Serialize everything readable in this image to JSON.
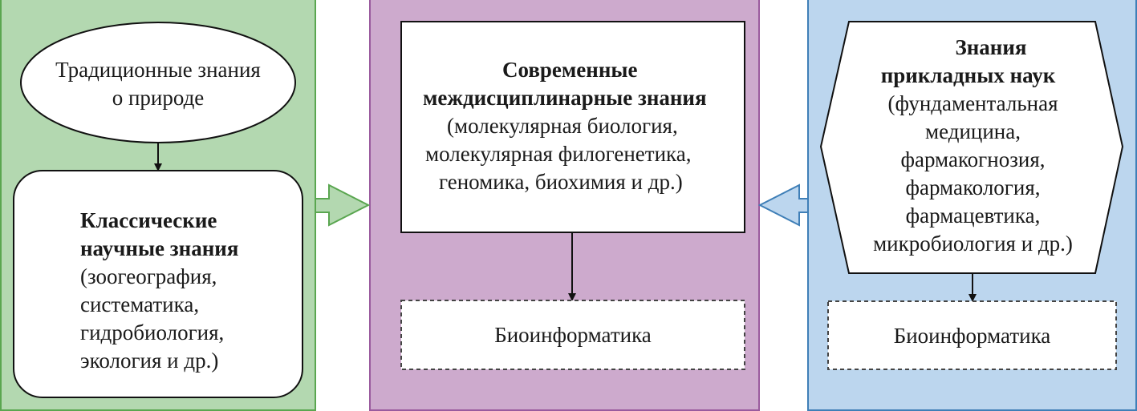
{
  "colors": {
    "green_fill": "#b3d8b0",
    "green_border": "#5aa650",
    "purple_fill": "#cdaacd",
    "purple_border": "#9a5b9e",
    "blue_fill": "#bcd6ee",
    "blue_border": "#3f7fb7"
  },
  "left": {
    "ellipse_lines": [
      "Традиционные знания",
      "о природе"
    ],
    "box_title": [
      "Классические",
      "научные знания"
    ],
    "box_lines": [
      "(зоогеография,",
      "систематика,",
      "гидробиология,",
      "экология и др.)"
    ]
  },
  "middle": {
    "box_title": [
      "Современные",
      "междисциплинарные знания"
    ],
    "box_lines": [
      "(молекулярная биология,",
      "молекулярная филогенетика,",
      "геномика, биохимия и др.)"
    ],
    "result": "Биоинформатика"
  },
  "right": {
    "hex_title": [
      "Знания",
      "прикладных наук"
    ],
    "hex_lines": [
      "(фундаментальная",
      "медицина,",
      "фармакогнозия,",
      "фармакология,",
      "фармацевтика,",
      "микробиология и др.)"
    ],
    "result": "Биоинформатика"
  }
}
